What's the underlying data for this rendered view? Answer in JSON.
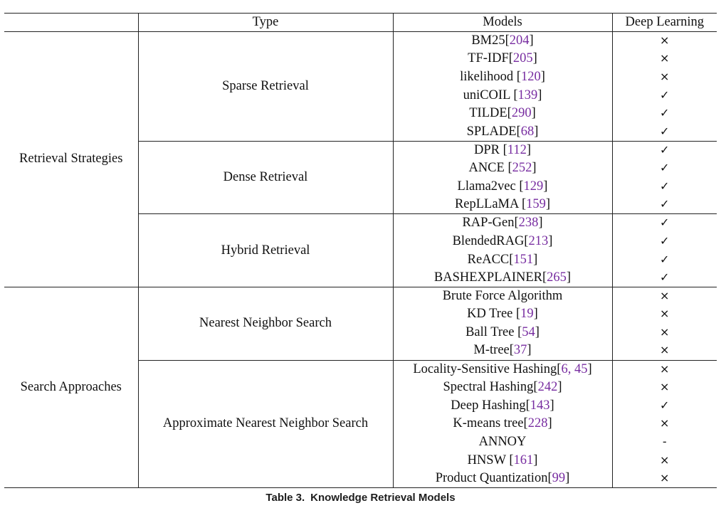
{
  "table": {
    "headers": {
      "col1": "",
      "type": "Type",
      "models": "Models",
      "deep_learning": "Deep Learning"
    },
    "caption": {
      "label": "Table 3.",
      "text": "Knowledge Retrieval Models"
    },
    "colors": {
      "citation": "#772ca0",
      "text": "#111111",
      "line": "#222222"
    },
    "sections": [
      {
        "name": "Retrieval Strategies",
        "groups": [
          {
            "type": "Sparse Retrieval",
            "models": [
              {
                "pre": "BM25[",
                "cite": "204",
                "post": "]",
                "dl": "×"
              },
              {
                "pre": "TF-IDF[",
                "cite": "205",
                "post": "]",
                "dl": "×"
              },
              {
                "pre": "likelihood [",
                "cite": "120",
                "post": "]",
                "dl": "×"
              },
              {
                "pre": "uniCOIL [",
                "cite": "139",
                "post": "]",
                "dl": "✓"
              },
              {
                "pre": "TILDE[",
                "cite": "290",
                "post": "]",
                "dl": "✓"
              },
              {
                "pre": "SPLADE[",
                "cite": "68",
                "post": "]",
                "dl": "✓"
              }
            ]
          },
          {
            "type": "Dense Retrieval",
            "models": [
              {
                "pre": "DPR [",
                "cite": "112",
                "post": "]",
                "dl": "✓"
              },
              {
                "pre": "ANCE [",
                "cite": "252",
                "post": "]",
                "dl": "✓"
              },
              {
                "pre": "Llama2vec [",
                "cite": "129",
                "post": "]",
                "dl": "✓"
              },
              {
                "pre": "RepLLaMA [",
                "cite": "159",
                "post": "]",
                "dl": "✓"
              }
            ]
          },
          {
            "type": "Hybrid Retrieval",
            "models": [
              {
                "pre": "RAP-Gen[",
                "cite": "238",
                "post": "]",
                "dl": "✓"
              },
              {
                "pre": "BlendedRAG[",
                "cite": "213",
                "post": "]",
                "dl": "✓"
              },
              {
                "pre": "ReACC[",
                "cite": "151",
                "post": "]",
                "dl": "✓"
              },
              {
                "pre": "BASHEXPLAINER[",
                "cite": "265",
                "post": "]",
                "dl": "✓"
              }
            ]
          }
        ]
      },
      {
        "name": "Search Approaches",
        "groups": [
          {
            "type": "Nearest Neighbor Search",
            "models": [
              {
                "pre": "Brute Force Algorithm",
                "cite": "",
                "post": "",
                "dl": "×"
              },
              {
                "pre": "KD Tree [",
                "cite": "19",
                "post": "]",
                "dl": "×"
              },
              {
                "pre": "Ball Tree [",
                "cite": "54",
                "post": "]",
                "dl": "×"
              },
              {
                "pre": "M-tree[",
                "cite": "37",
                "post": "]",
                "dl": "×"
              }
            ]
          },
          {
            "type": "Approximate Nearest Neighbor Search",
            "models": [
              {
                "pre": "Locality-Sensitive Hashing[",
                "cite": "6, 45",
                "post": "]",
                "dl": "×"
              },
              {
                "pre": "Spectral Hashing[",
                "cite": "242",
                "post": "]",
                "dl": "×"
              },
              {
                "pre": "Deep Hashing[",
                "cite": "143",
                "post": "]",
                "dl": "✓"
              },
              {
                "pre": "K-means tree[",
                "cite": "228",
                "post": "]",
                "dl": "×"
              },
              {
                "pre": "ANNOY",
                "cite": "",
                "post": "",
                "dl": "-"
              },
              {
                "pre": "HNSW [",
                "cite": "161",
                "post": "]",
                "dl": "×"
              },
              {
                "pre": "Product Quantization[",
                "cite": "99",
                "post": "]",
                "dl": "×"
              }
            ]
          }
        ]
      }
    ]
  }
}
